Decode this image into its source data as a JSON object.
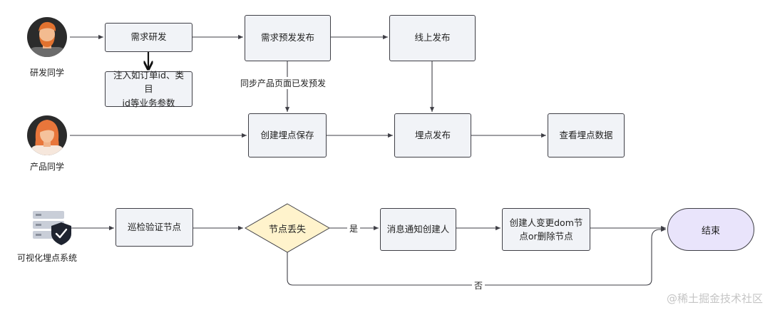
{
  "actors": {
    "dev": "研发同学",
    "product": "产品同学",
    "system": "可视化埋点系统"
  },
  "nodes": {
    "req_dev": "需求研发",
    "inject_params_line1": "注入如订单id、类目",
    "inject_params_line2": "id等业务参数",
    "pre_release": "需求预发发布",
    "online_release": "线上发布",
    "create_save": "创建埋点保存",
    "point_release": "埋点发布",
    "view_data": "查看埋点数据",
    "patrol": "巡检验证节点",
    "node_lost": "节点丢失",
    "notify": "消息通知创建人",
    "change_line1": "创建人变更dom节",
    "change_line2": "点or删除节点",
    "end": "结束"
  },
  "edges": {
    "sync_label": "同步产品页面已发预发",
    "yes_label": "是",
    "no_label": "否"
  },
  "watermark": "@稀土掘金技术社区",
  "colors": {
    "node_fill": "#f1f3f7",
    "node_border": "#3f3f46",
    "diamond_fill": "#fff3cc",
    "end_fill": "#e9e4fb",
    "arrow": "#3f3f46"
  }
}
